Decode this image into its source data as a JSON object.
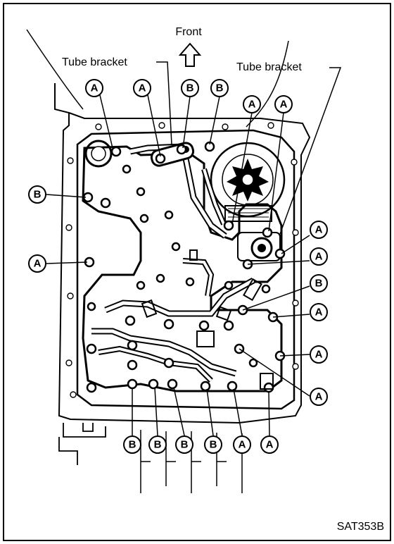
{
  "labels": {
    "front": "Front",
    "tube_bracket_left": "Tube bracket",
    "tube_bracket_right": "Tube bracket",
    "figure_code": "SAT353B"
  },
  "callouts": [
    {
      "id": "c1",
      "letter": "A"
    },
    {
      "id": "c2",
      "letter": "A"
    },
    {
      "id": "c3",
      "letter": "B"
    },
    {
      "id": "c4",
      "letter": "B"
    },
    {
      "id": "c5",
      "letter": "A"
    },
    {
      "id": "c6",
      "letter": "A"
    },
    {
      "id": "c7",
      "letter": "B"
    },
    {
      "id": "c8",
      "letter": "A"
    },
    {
      "id": "c9",
      "letter": "A"
    },
    {
      "id": "c10",
      "letter": "A"
    },
    {
      "id": "c11",
      "letter": "B"
    },
    {
      "id": "c12",
      "letter": "A"
    },
    {
      "id": "c13",
      "letter": "A"
    },
    {
      "id": "c14",
      "letter": "A"
    },
    {
      "id": "c15",
      "letter": "B"
    },
    {
      "id": "c16",
      "letter": "B"
    },
    {
      "id": "c17",
      "letter": "B"
    },
    {
      "id": "c18",
      "letter": "B"
    },
    {
      "id": "c19",
      "letter": "A"
    },
    {
      "id": "c20",
      "letter": "A"
    }
  ]
}
